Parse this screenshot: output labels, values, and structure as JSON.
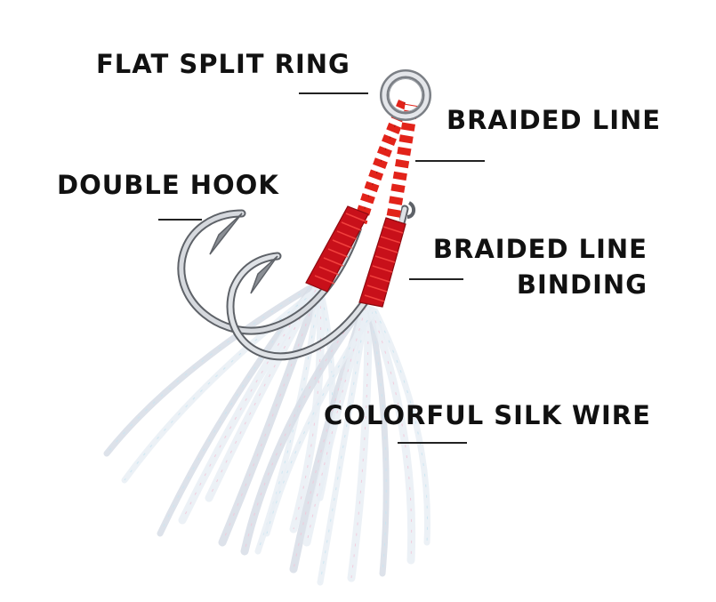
{
  "colors": {
    "text": "#111111",
    "leader_line": "#222222",
    "braid_red": "#e2231a",
    "binding_red": "#c8101a",
    "steel": "#c9ccd1",
    "steel_dark": "#5e6268",
    "silk": "#e9eef4"
  },
  "labels": {
    "flat_split_ring": "FLAT SPLIT RING",
    "braided_line": "BRAIDED LINE",
    "double_hook": "DOUBLE HOOK",
    "braided_line_binding_1": "BRAIDED LINE",
    "braided_line_binding_2": "BINDING",
    "colorful_silk_wire": "COLORFUL SILK WIRE"
  }
}
